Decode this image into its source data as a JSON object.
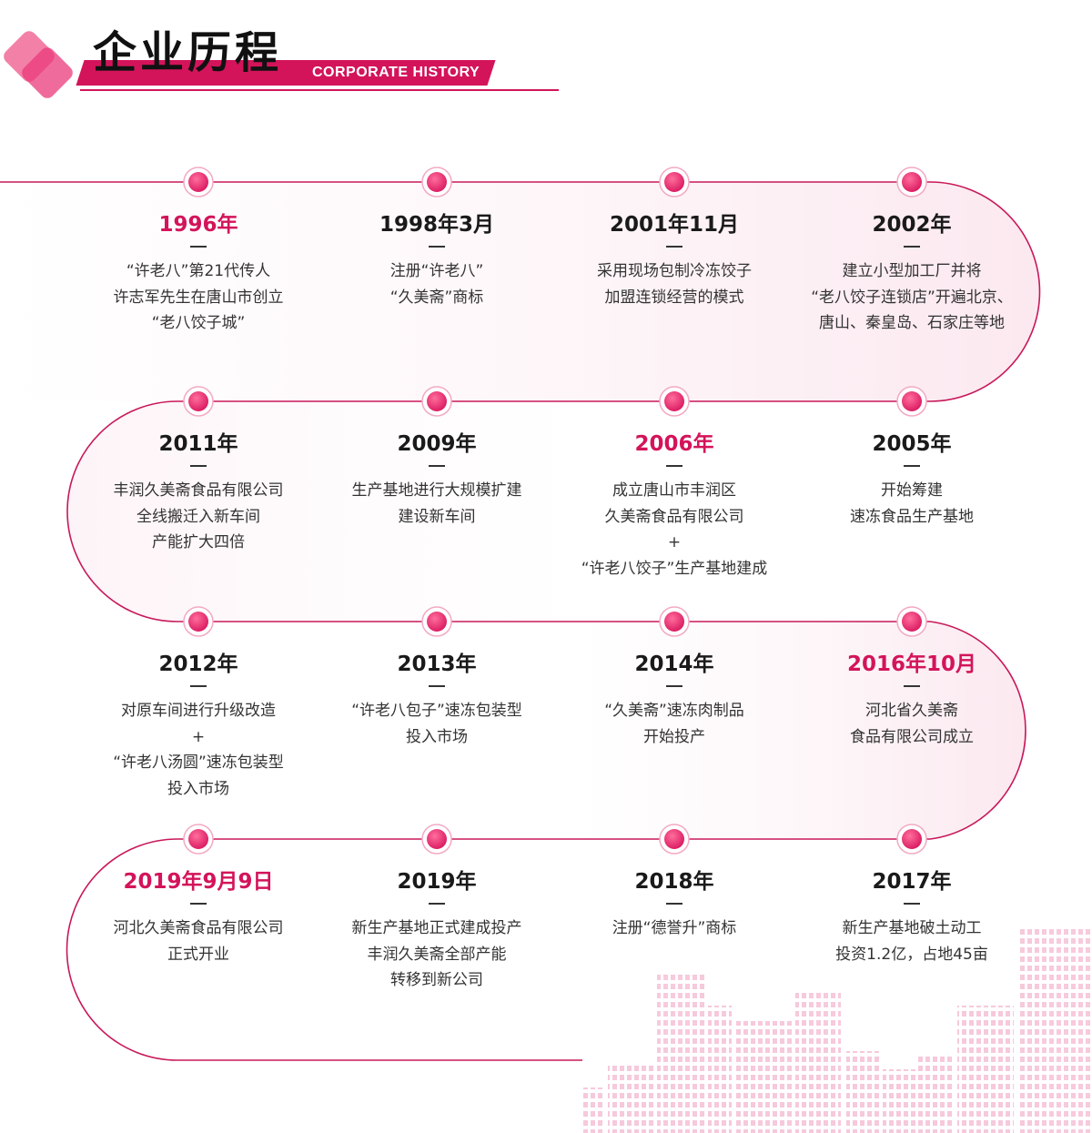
{
  "header": {
    "title_cn": "企业历程",
    "title_en": "CORPORATE HISTORY"
  },
  "colors": {
    "accent": "#d3145a",
    "dot": "#e8336f",
    "text": "#333333"
  },
  "rows": [
    {
      "items": [
        {
          "year": "1996年",
          "accent": true,
          "lines": [
            "“许老八”第21代传人",
            "许志军先生在唐山市创立",
            "“老八饺子城”"
          ]
        },
        {
          "year": "1998年3月",
          "accent": false,
          "lines": [
            "注册“许老八”",
            "“久美斋”商标"
          ]
        },
        {
          "year": "2001年11月",
          "accent": false,
          "lines": [
            "采用现场包制冷冻饺子",
            "加盟连锁经营的模式"
          ]
        },
        {
          "year": "2002年",
          "accent": false,
          "lines": [
            "建立小型加工厂并将",
            "“老八饺子连锁店”开遍北京、",
            "唐山、秦皇岛、石家庄等地"
          ]
        }
      ]
    },
    {
      "items": [
        {
          "year": "2011年",
          "accent": false,
          "lines": [
            "丰润久美斋食品有限公司",
            "全线搬迁入新车间",
            "产能扩大四倍"
          ]
        },
        {
          "year": "2009年",
          "accent": false,
          "lines": [
            "生产基地进行大规模扩建",
            "建设新车间"
          ]
        },
        {
          "year": "2006年",
          "accent": true,
          "lines": [
            "成立唐山市丰润区",
            "久美斋食品有限公司",
            "+",
            "“许老八饺子”生产基地建成"
          ]
        },
        {
          "year": "2005年",
          "accent": false,
          "lines": [
            "开始筹建",
            "速冻食品生产基地"
          ]
        }
      ]
    },
    {
      "items": [
        {
          "year": "2012年",
          "accent": false,
          "lines": [
            "对原车间进行升级改造",
            "+",
            "“许老八汤圆”速冻包装型",
            "投入市场"
          ]
        },
        {
          "year": "2013年",
          "accent": false,
          "lines": [
            "“许老八包子”速冻包装型",
            "投入市场"
          ]
        },
        {
          "year": "2014年",
          "accent": false,
          "lines": [
            "“久美斋”速冻肉制品",
            "开始投产"
          ]
        },
        {
          "year": "2016年10月",
          "accent": true,
          "lines": [
            "河北省久美斋",
            "食品有限公司成立"
          ]
        }
      ]
    },
    {
      "items": [
        {
          "year": "2019年9月9日",
          "accent": true,
          "lines": [
            "河北久美斋食品有限公司",
            "正式开业"
          ]
        },
        {
          "year": "2019年",
          "accent": false,
          "lines": [
            "新生产基地正式建成投产",
            "丰润久美斋全部产能",
            "转移到新公司"
          ]
        },
        {
          "year": "2018年",
          "accent": false,
          "lines": [
            "注册“德誉升”商标"
          ]
        },
        {
          "year": "2017年",
          "accent": false,
          "lines": [
            "新生产基地破土动工",
            "投资1.2亿，占地45亩"
          ]
        }
      ]
    }
  ]
}
